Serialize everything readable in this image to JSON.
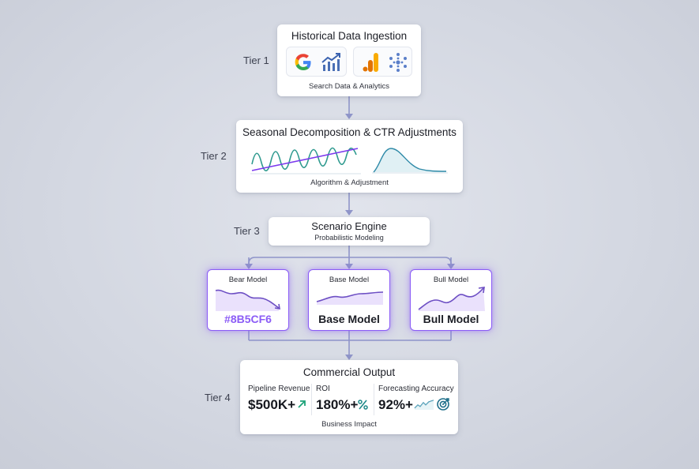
{
  "tiers": [
    "Tier 1",
    "Tier 2",
    "Tier 3",
    "Tier 4"
  ],
  "tier1": {
    "title": "Historical Data Ingestion",
    "caption": "Search Data & Analytics",
    "icons": [
      "google-logo-icon",
      "analytics-chart-icon",
      "google-analytics-icon",
      "dots-network-icon"
    ]
  },
  "tier2": {
    "title": "Seasonal Decomposition & CTR Adjustments",
    "caption": "Algorithm & Adjustment",
    "icons": [
      "seasonal-wave-icon",
      "distribution-curve-icon"
    ]
  },
  "tier3": {
    "title": "Scenario Engine",
    "subtitle": "Probabilistic Modeling"
  },
  "models": [
    {
      "label": "Bear Model",
      "value": "#8B5CF6",
      "value_color": "#8B5CF6"
    },
    {
      "label": "Base Model",
      "value": "Base Model",
      "value_color": "#1c1e26"
    },
    {
      "label": "Bull Model",
      "value": "Bull Model",
      "value_color": "#1c1e26"
    }
  ],
  "tier4": {
    "title": "Commercial Output",
    "caption": "Business Impact",
    "metrics": [
      {
        "title": "Pipeline Revenue",
        "value": "$500K+",
        "icon": "arrow-up-right-icon"
      },
      {
        "title": "ROI",
        "value": "180%+",
        "icon": "percent-icon"
      },
      {
        "title": "Forecasting Accuracy",
        "value": "92%+",
        "icon": "sparkline-target-icon"
      }
    ]
  },
  "colors": {
    "accent": "#8B5CF6",
    "connector": "#8f95c9",
    "wave": "#2f9a8f",
    "trend": "#7c3aed",
    "green": "#1fa37a"
  }
}
